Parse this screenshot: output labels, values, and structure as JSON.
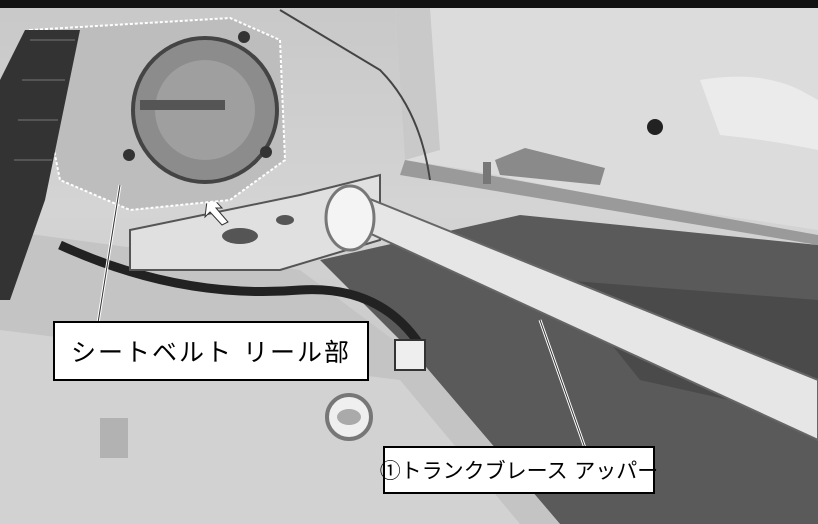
{
  "photo": {
    "subject": "trunk-area-photo"
  },
  "labels": {
    "seatbelt_reel": "シートベルト リール部",
    "trunk_brace_upper": "①トランクブレース アッパー"
  }
}
